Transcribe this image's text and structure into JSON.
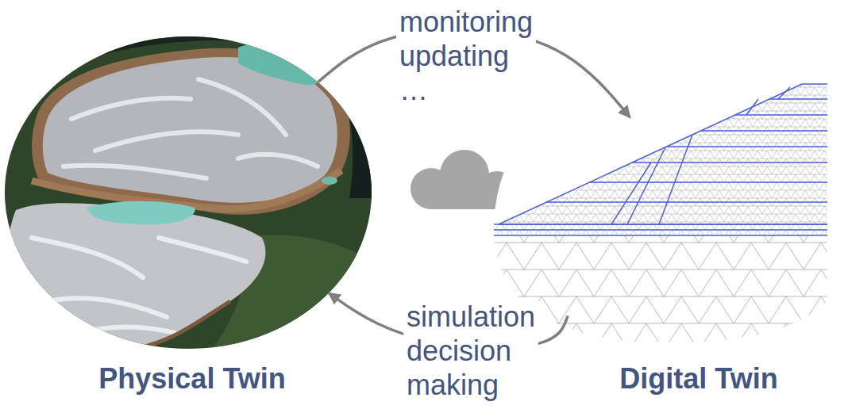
{
  "diagram": {
    "nodes": [
      {
        "text": [
          "Physical Twin"
        ]
      },
      {
        "text": [
          "Digital Twin"
        ]
      }
    ],
    "edges": [
      {
        "from": 0,
        "to": 1,
        "arrow": "to",
        "label": "monitoring updating …"
      },
      {
        "from": 1,
        "to": 0,
        "arrow": "to",
        "label": "simulation decision making"
      }
    ]
  }
}
